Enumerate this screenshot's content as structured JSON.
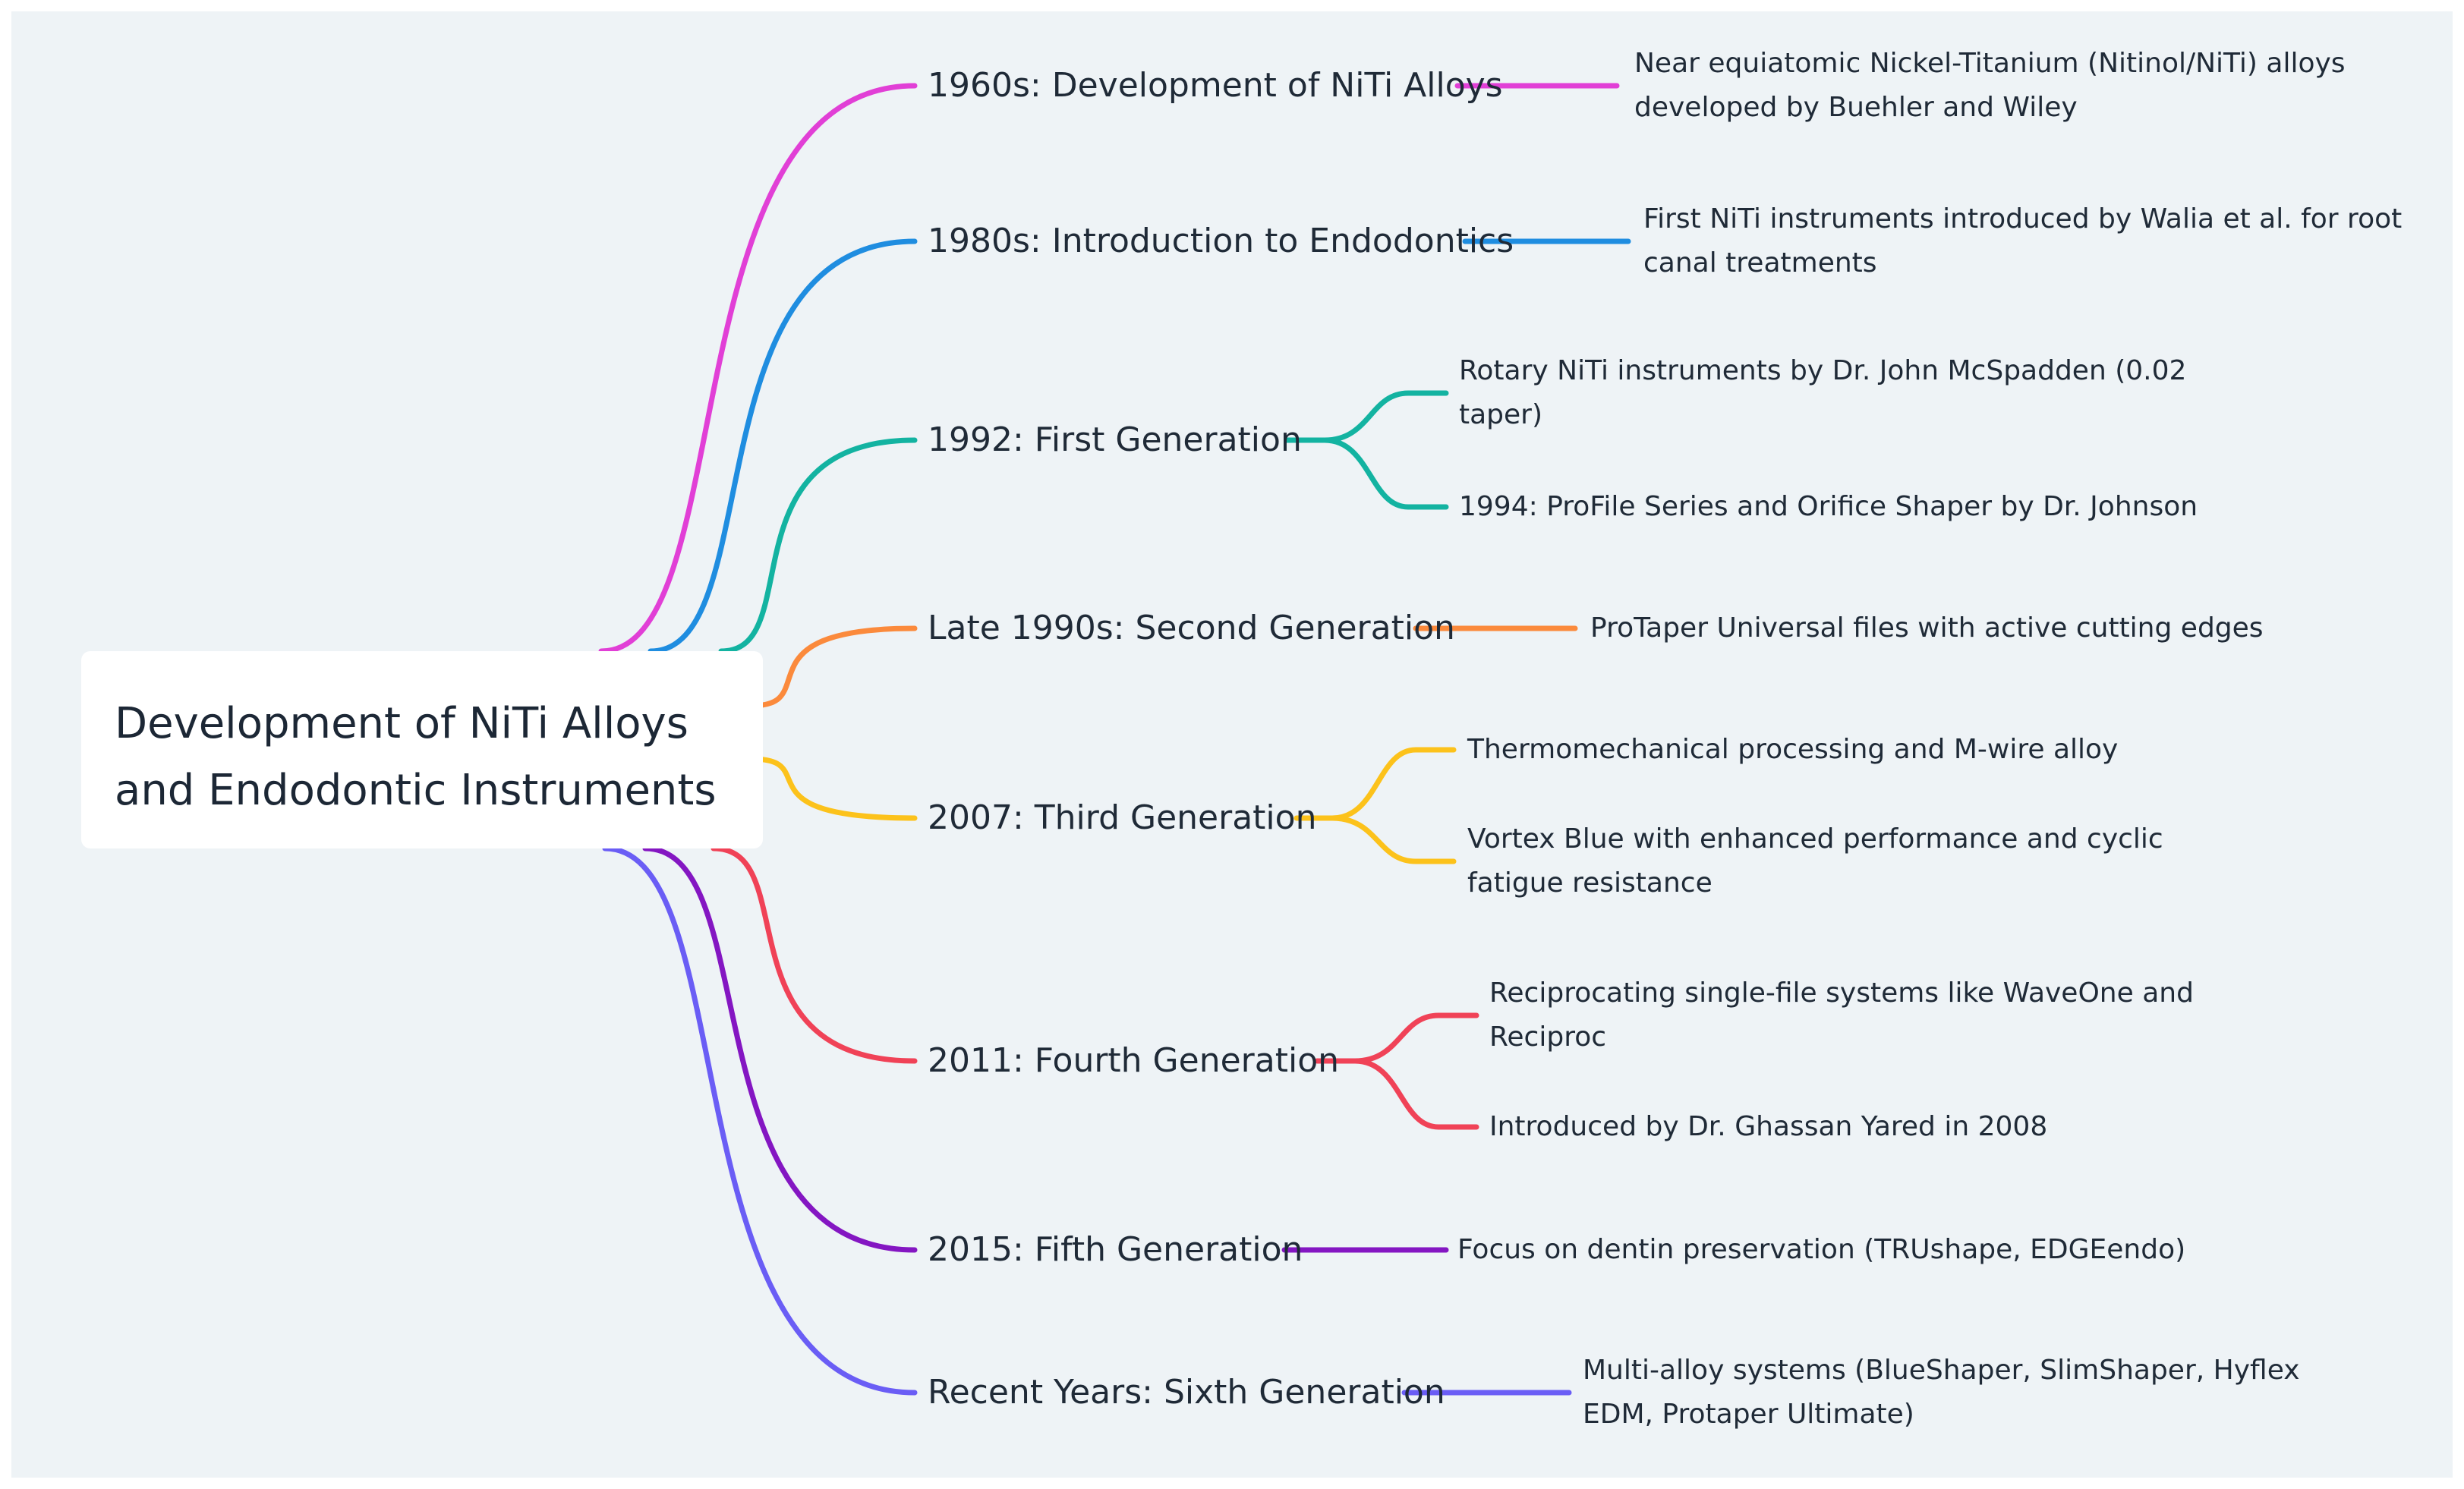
{
  "root": {
    "title": "Development of NiTi Alloys and Endodontic Instruments"
  },
  "branches": [
    {
      "id": "b1960",
      "color": "#e13fd6",
      "topic": "1960s: Development of NiTi Alloys",
      "details": [
        "Near equiatomic Nickel-Titanium (Nitinol/NiTi) alloys developed by Buehler and Wiley"
      ]
    },
    {
      "id": "b1980",
      "color": "#1f8de0",
      "topic": "1980s: Introduction to Endodontics",
      "details": [
        "First NiTi instruments introduced by Walia et al. for root canal treatments"
      ]
    },
    {
      "id": "b1992",
      "color": "#13b3a1",
      "topic": "1992: First Generation",
      "details": [
        "Rotary NiTi instruments by Dr. John McSpadden (0.02 taper)",
        "1994: ProFile Series and Orifice Shaper by Dr. Johnson"
      ]
    },
    {
      "id": "b1990s",
      "color": "#fb8a3c",
      "topic": "Late 1990s: Second Generation",
      "details": [
        "ProTaper Universal files with active cutting edges"
      ]
    },
    {
      "id": "b2007",
      "color": "#fcc21b",
      "topic": "2007: Third Generation",
      "details": [
        "Thermomechanical processing and M-wire alloy",
        "Vortex Blue with enhanced performance and cyclic fatigue resistance"
      ]
    },
    {
      "id": "b2011",
      "color": "#f04257",
      "topic": "2011: Fourth Generation",
      "details": [
        "Reciprocating single-file systems like WaveOne and Reciproc",
        "Introduced by Dr. Ghassan Yared in 2008"
      ]
    },
    {
      "id": "b2015",
      "color": "#8416c2",
      "topic": "2015: Fifth Generation",
      "details": [
        "Focus on dentin preservation (TRUshape, EDGEendo)"
      ]
    },
    {
      "id": "brecent",
      "color": "#6a5df5",
      "topic": "Recent Years: Sixth Generation",
      "details": [
        "Multi-alloy systems (BlueShaper, SlimShaper, Hyflex EDM, Protaper Ultimate)"
      ]
    }
  ]
}
